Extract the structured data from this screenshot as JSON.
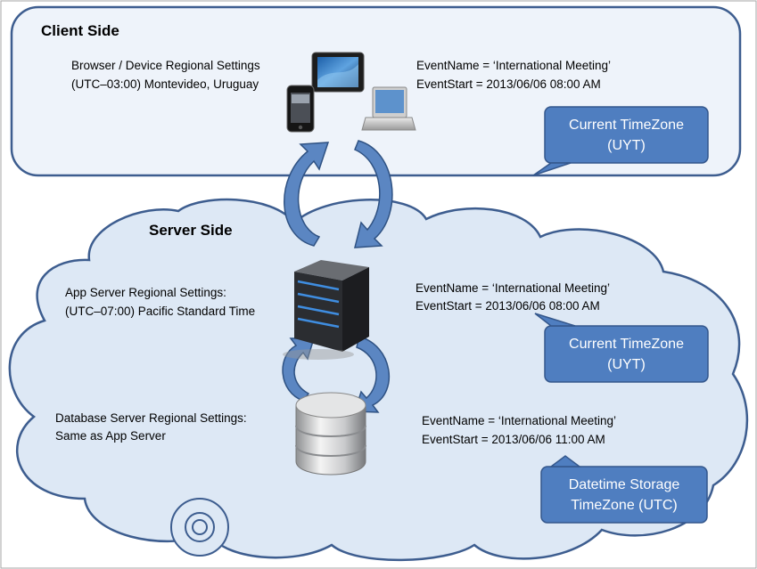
{
  "client": {
    "heading": "Client Side",
    "settings_line1": "Browser / Device  Regional Settings",
    "settings_line2": "(UTC–03:00) Montevideo,  Uruguay",
    "event_name": "EventName  = ‘International  Meeting’",
    "event_start": "EventStart  = 2013/06/06  08:00 AM",
    "callout_line1": "Current TimeZone",
    "callout_line2": "(UYT)"
  },
  "server": {
    "heading": "Server Side",
    "app_line1": "App Server  Regional Settings:",
    "app_line2": "(UTC–07:00)  Pacific Standard  Time",
    "app_event_name": "EventName  = ‘International  Meeting’",
    "app_event_start": "EventStart  = 2013/06/06  08:00  AM",
    "app_callout_line1": "Current TimeZone",
    "app_callout_line2": "(UYT)",
    "db_line1": "Database Server Regional Settings:",
    "db_line2": "Same as App Server",
    "db_event_name": "EventName  = ‘International  Meeting’",
    "db_event_start": "EventStart  = 2013/06/06  11:00  AM",
    "db_callout_line1": "Datetime Storage",
    "db_callout_line2": "TimeZone (UTC)"
  },
  "colors": {
    "panel_fill": "#eef3fa",
    "panel_stroke": "#3d5d8f",
    "callout_fill": "#4f7ec0",
    "arrow_fill": "#5b86c2"
  },
  "icons": [
    "tablet-icon",
    "smartphone-icon",
    "laptop-icon",
    "server-tower-icon",
    "database-icon"
  ]
}
